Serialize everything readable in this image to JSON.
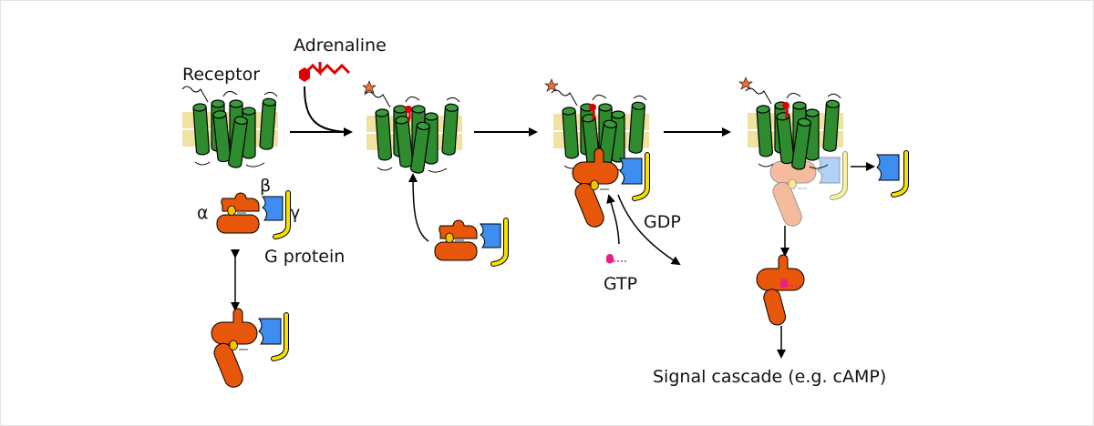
{
  "labels": {
    "receptor": "Receptor",
    "adrenaline": "Adrenaline",
    "alpha": "α",
    "beta": "β",
    "gamma": "γ",
    "g_protein": "G protein",
    "gdp": "GDP",
    "gtp": "GTP",
    "signal": "Signal cascade (e.g. cAMP)"
  },
  "colors": {
    "receptor": "#2e8b2e",
    "membrane": "#f0e2a0",
    "alpha": "#e8560a",
    "beta": "#3d8ef0",
    "gamma": "#f5e000",
    "adrenaline": "#e00000",
    "gtp": "#e8208a",
    "gdp": "#f5c400",
    "star": "#f07030"
  }
}
